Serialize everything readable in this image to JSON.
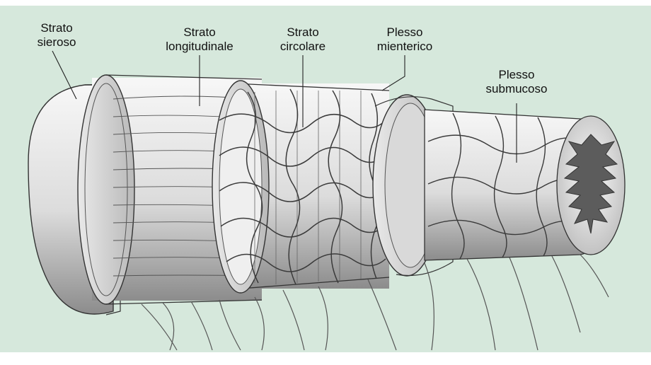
{
  "labels": {
    "strato_sieroso": [
      "Strato",
      "sieroso"
    ],
    "strato_longitudinale": [
      "Strato",
      "longitudinale"
    ],
    "strato_circolare": [
      "Strato",
      "circolare"
    ],
    "plesso_mienterico": [
      "Plesso",
      "mienterico"
    ],
    "plesso_submucoso": [
      "Plesso",
      "submucoso"
    ]
  },
  "colors": {
    "panel_background": "#d6e8dc",
    "page_background": "#ffffff",
    "tissue_light": "#f4f4f4",
    "tissue_shade": "#8a8a8a",
    "nerve_line": "#444444",
    "lumen_fill": "#5c5c5c"
  }
}
